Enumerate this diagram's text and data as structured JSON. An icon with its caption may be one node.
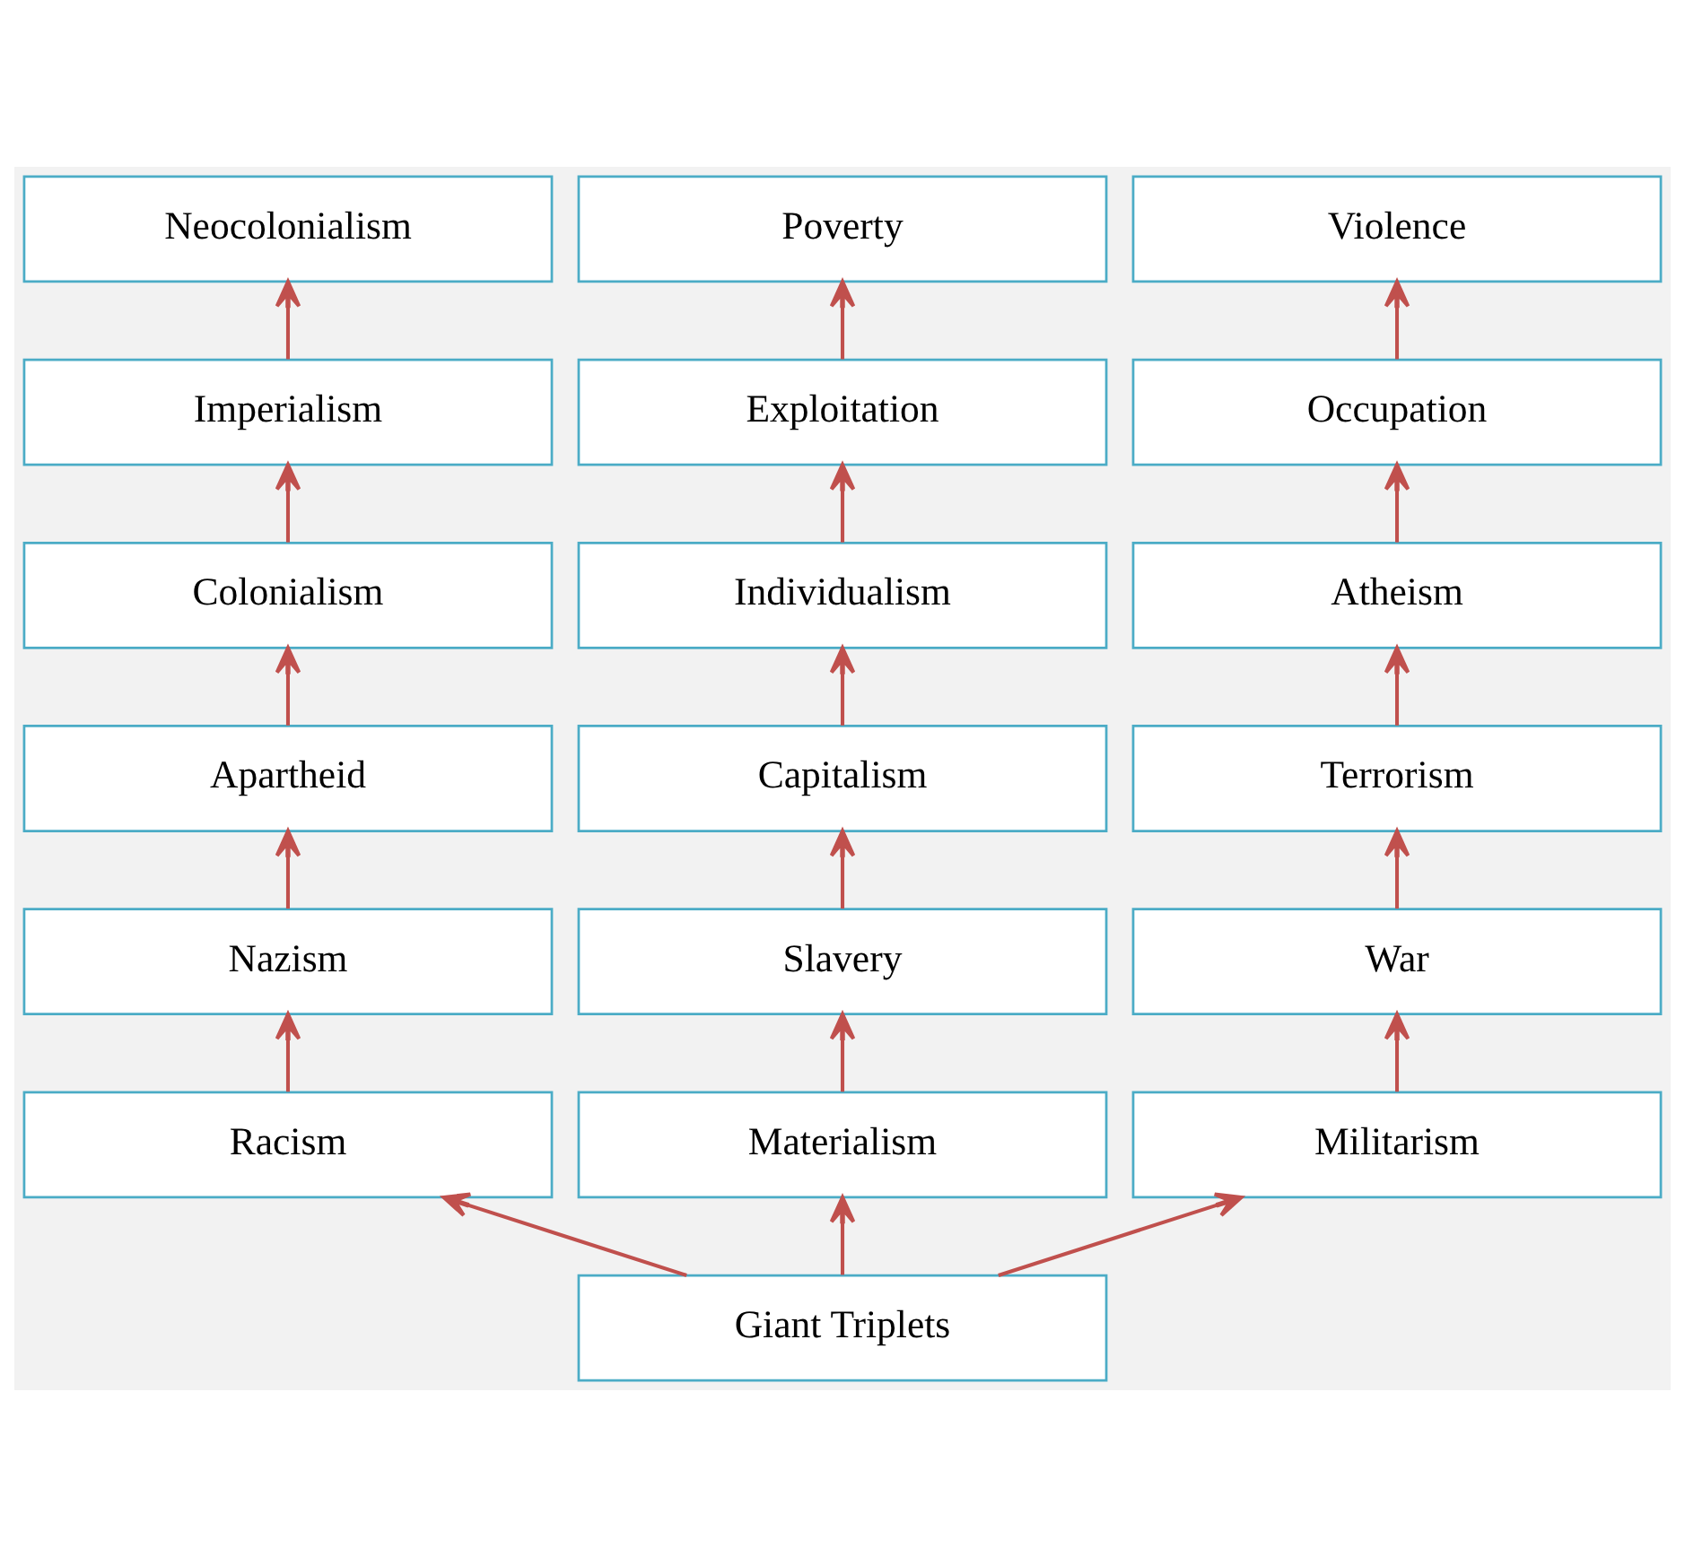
{
  "diagram": {
    "nodes": [
      {
        "text": [
          "Neocolonialism"
        ]
      },
      {
        "text": [
          "Poverty"
        ]
      },
      {
        "text": [
          "Violence"
        ]
      },
      {
        "text": [
          "Imperialism"
        ]
      },
      {
        "text": [
          "Exploitation"
        ]
      },
      {
        "text": [
          "Occupation"
        ]
      },
      {
        "text": [
          "Colonialism"
        ]
      },
      {
        "text": [
          "Individualism"
        ]
      },
      {
        "text": [
          "Atheism"
        ]
      },
      {
        "text": [
          "Apartheid"
        ]
      },
      {
        "text": [
          "Capitalism"
        ]
      },
      {
        "text": [
          "Terrorism"
        ]
      },
      {
        "text": [
          "Nazism"
        ]
      },
      {
        "text": [
          "Slavery"
        ]
      },
      {
        "text": [
          "War"
        ]
      },
      {
        "text": [
          "Racism"
        ]
      },
      {
        "text": [
          "Materialism"
        ]
      },
      {
        "text": [
          "Militarism"
        ]
      },
      {
        "text": [
          "Giant Triplets"
        ]
      }
    ],
    "edges": [
      {
        "from": 18,
        "to": 15,
        "arrow": "to"
      },
      {
        "from": 18,
        "to": 16,
        "arrow": "to"
      },
      {
        "from": 18,
        "to": 17,
        "arrow": "to"
      },
      {
        "from": 15,
        "to": 12,
        "arrow": "to"
      },
      {
        "from": 12,
        "to": 9,
        "arrow": "to"
      },
      {
        "from": 9,
        "to": 6,
        "arrow": "to"
      },
      {
        "from": 6,
        "to": 3,
        "arrow": "to"
      },
      {
        "from": 3,
        "to": 0,
        "arrow": "to"
      },
      {
        "from": 16,
        "to": 13,
        "arrow": "to"
      },
      {
        "from": 13,
        "to": 10,
        "arrow": "to"
      },
      {
        "from": 10,
        "to": 7,
        "arrow": "to"
      },
      {
        "from": 7,
        "to": 4,
        "arrow": "to"
      },
      {
        "from": 4,
        "to": 1,
        "arrow": "to"
      },
      {
        "from": 17,
        "to": 14,
        "arrow": "to"
      },
      {
        "from": 14,
        "to": 11,
        "arrow": "to"
      },
      {
        "from": 11,
        "to": 8,
        "arrow": "to"
      },
      {
        "from": 8,
        "to": 5,
        "arrow": "to"
      },
      {
        "from": 5,
        "to": 2,
        "arrow": "to"
      }
    ]
  }
}
